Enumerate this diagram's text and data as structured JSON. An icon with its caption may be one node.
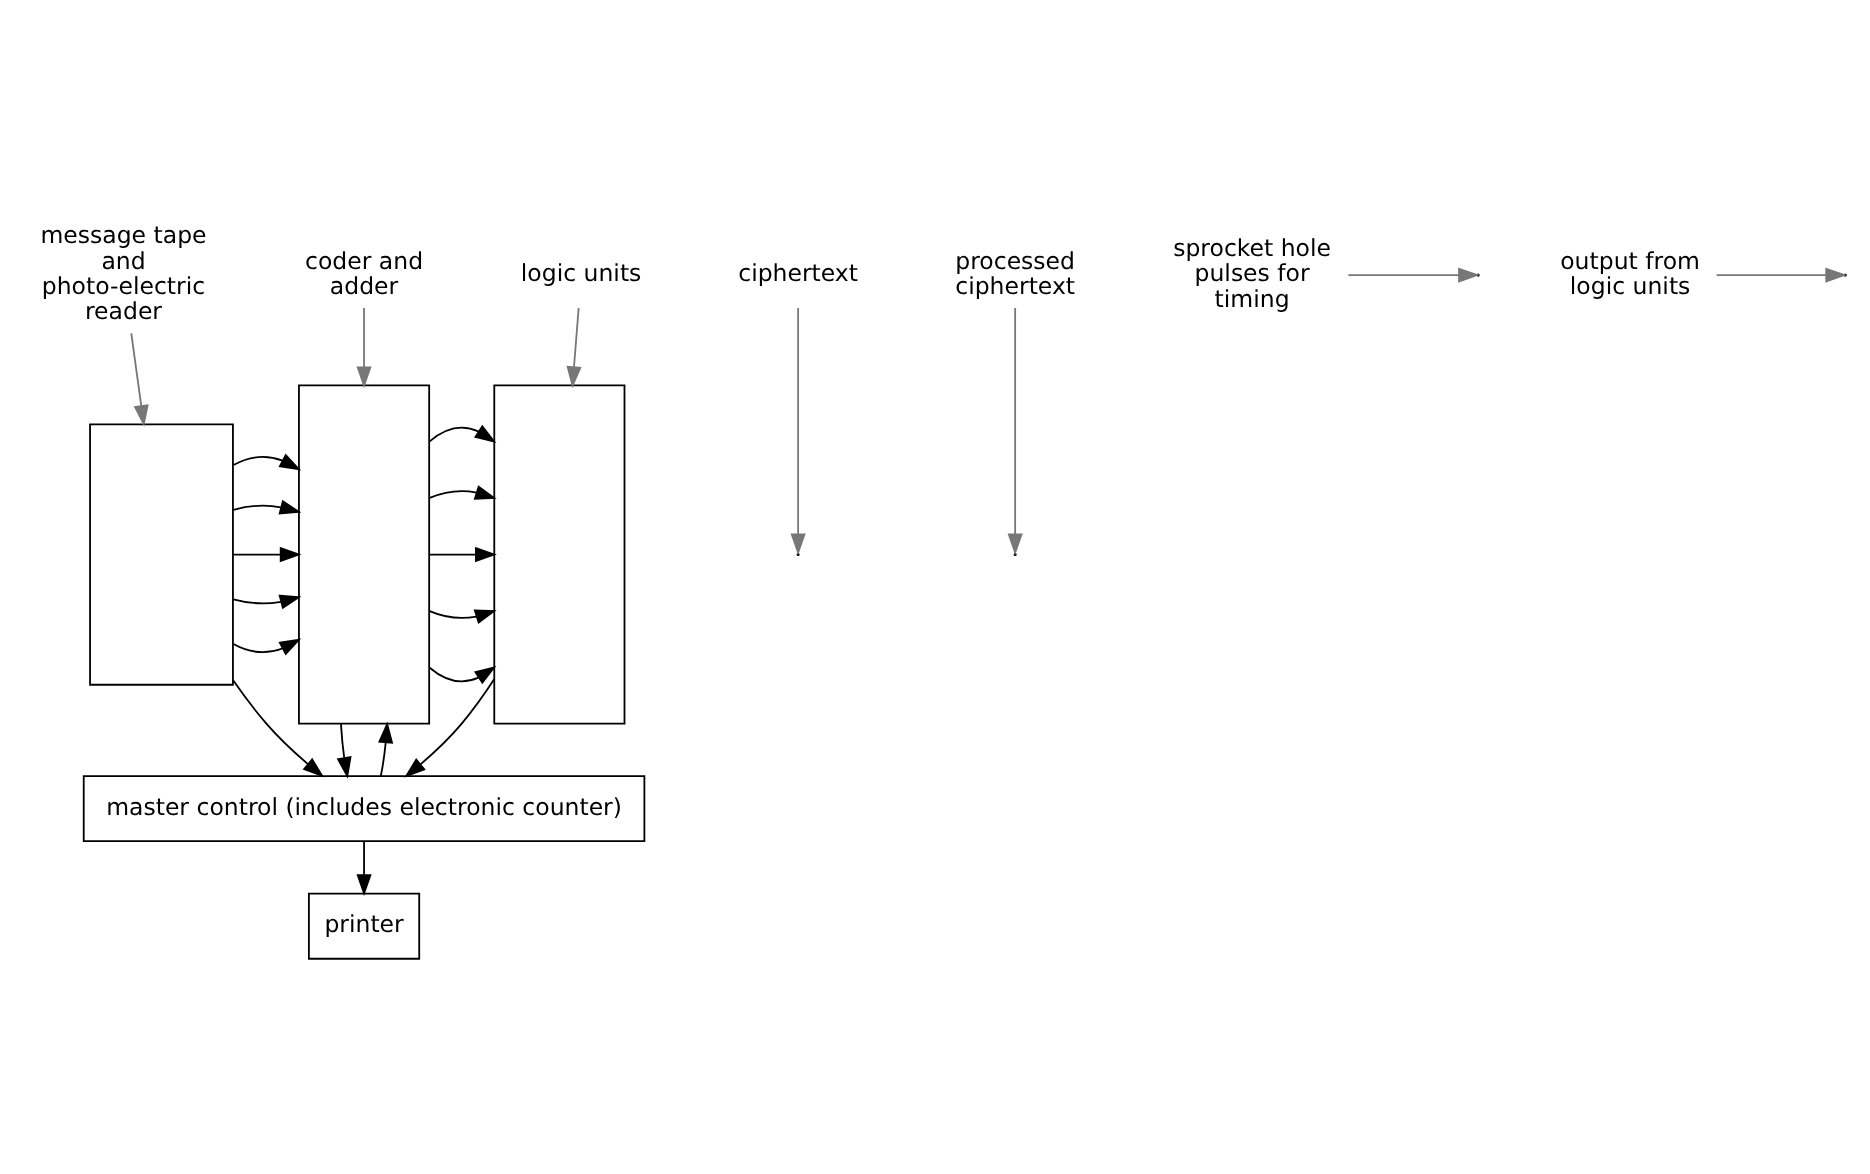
{
  "diagram": {
    "nodes": [
      {
        "text": [
          "message tape and photo-electric reader"
        ]
      },
      {
        "text": [],
        "shape": "box"
      },
      {
        "text": [
          "coder and adder"
        ]
      },
      {
        "text": [],
        "shape": "box"
      },
      {
        "text": [
          "logic units"
        ]
      },
      {
        "text": [],
        "shape": "box"
      },
      {
        "text": [
          "ciphertext"
        ]
      },
      {
        "text": [
          "processed ciphertext"
        ]
      },
      {
        "text": [
          "sprocket hole pulses for timing"
        ]
      },
      {
        "text": [
          "master control (includes electronic counter)"
        ]
      },
      {
        "text": [
          "output from logic units"
        ]
      },
      {
        "text": [
          "printer"
        ]
      }
    ],
    "edges": [
      {
        "from": 0,
        "to": 1,
        "arrow": "to",
        "color": "#777777"
      },
      {
        "from": 2,
        "to": 3,
        "arrow": "to",
        "color": "#777777"
      },
      {
        "from": 4,
        "to": 5,
        "arrow": "to",
        "color": "#777777"
      },
      {
        "from": 6,
        "to": null,
        "arrow": "to",
        "color": "#777777"
      },
      {
        "from": 7,
        "to": null,
        "arrow": "to",
        "color": "#777777"
      },
      {
        "from": 1,
        "to": 3,
        "arrow": "to"
      },
      {
        "from": 1,
        "to": 3,
        "arrow": "to"
      },
      {
        "from": 1,
        "to": 3,
        "arrow": "to"
      },
      {
        "from": 1,
        "to": 3,
        "arrow": "to"
      },
      {
        "from": 1,
        "to": 3,
        "arrow": "to"
      },
      {
        "from": 3,
        "to": 5,
        "arrow": "to"
      },
      {
        "from": 3,
        "to": 5,
        "arrow": "to"
      },
      {
        "from": 3,
        "to": 5,
        "arrow": "to"
      },
      {
        "from": 3,
        "to": 5,
        "arrow": "to"
      },
      {
        "from": 3,
        "to": 5,
        "arrow": "to"
      },
      {
        "from": 8,
        "to": null,
        "arrow": "to",
        "color": "#777777"
      },
      {
        "from": 10,
        "to": null,
        "arrow": "to",
        "color": "#777777"
      },
      {
        "from": 1,
        "to": 9,
        "arrow": "to"
      },
      {
        "from": 3,
        "to": 9,
        "arrow": "to"
      },
      {
        "from": 9,
        "to": 3,
        "arrow": "to"
      },
      {
        "from": 5,
        "to": 9,
        "arrow": "to"
      },
      {
        "from": 9,
        "to": 11,
        "arrow": "to"
      }
    ]
  }
}
